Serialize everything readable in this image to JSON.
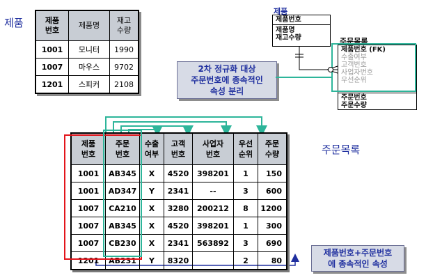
{
  "product": {
    "label": "제품",
    "headers": [
      [
        "제품",
        "번호"
      ],
      [
        "제품명"
      ],
      [
        "재고",
        "수량"
      ]
    ],
    "rows": [
      [
        "1001",
        "모니터",
        "1990"
      ],
      [
        "1007",
        "마우스",
        "9702"
      ],
      [
        "1201",
        "스피커",
        "2108"
      ]
    ]
  },
  "erd": {
    "product_entity": {
      "title": "제품",
      "key": "제품번호",
      "attrs": [
        "제품명",
        "재고수량"
      ]
    },
    "order_entity": {
      "title": "주문목록",
      "attrs_top": [
        "제품번호 (FK)",
        "수출여부",
        "고객번호",
        "사업자번호",
        "우선순위"
      ],
      "attrs_bottom": [
        "주문번호",
        "주문수량"
      ]
    }
  },
  "note1": [
    "2차 정규화 대상",
    "주문번호에 종속적인",
    "속성 분리"
  ],
  "order_list": {
    "label": "주문목록",
    "headers": [
      [
        "제품",
        "번호"
      ],
      [
        "주문",
        "번호"
      ],
      [
        "수출",
        "여부"
      ],
      [
        "고객",
        "번호"
      ],
      [
        "사업자",
        "번호"
      ],
      [
        "우선",
        "순위"
      ],
      [
        "주문",
        "수량"
      ]
    ],
    "rows": [
      [
        "1001",
        "AB345",
        "X",
        "4520",
        "398201",
        "1",
        "150"
      ],
      [
        "1001",
        "AD347",
        "Y",
        "2341",
        "--",
        "3",
        "600"
      ],
      [
        "1007",
        "CA210",
        "X",
        "3280",
        "200212",
        "8",
        "1200"
      ],
      [
        "1007",
        "AB345",
        "X",
        "4520",
        "398201",
        "1",
        "300"
      ],
      [
        "1007",
        "CB230",
        "X",
        "2341",
        "563892",
        "3",
        "690"
      ],
      [
        "1201",
        "AB231",
        "Y",
        "8320",
        "",
        "2",
        "80"
      ]
    ]
  },
  "note2": [
    "제품번호+주문번호",
    "에 종속적인 속성"
  ],
  "colors": {
    "accent_blue": "#1f2f9f",
    "highlight_green": "#2db59a",
    "highlight_red": "#e3141b",
    "header_gray": "#c8cdd4"
  }
}
